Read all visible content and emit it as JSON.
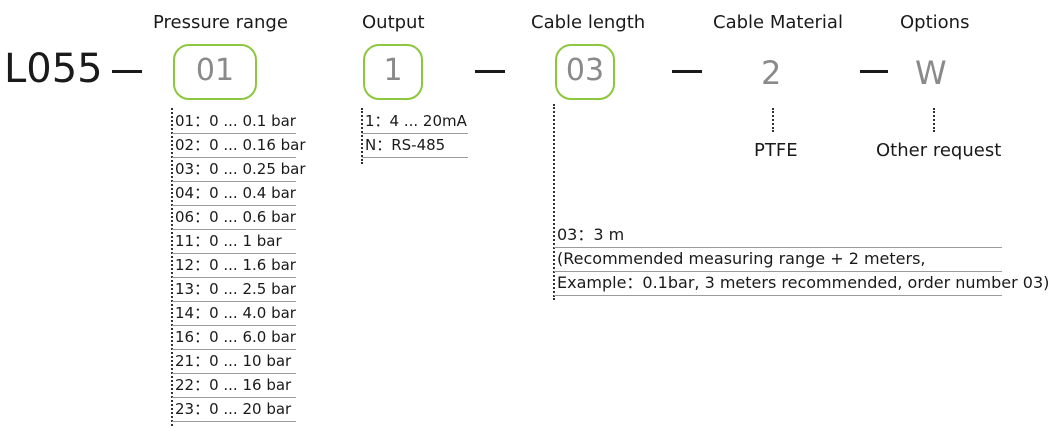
{
  "model": "L055",
  "segments": {
    "pressure": {
      "heading": "Pressure range",
      "code": "01"
    },
    "output": {
      "heading": "Output",
      "code": "1"
    },
    "cable_length": {
      "heading": "Cable length",
      "code": "03"
    },
    "cable_material": {
      "heading": "Cable Material",
      "code": "2",
      "value": "PTFE"
    },
    "options": {
      "heading": "Options",
      "code": "W",
      "value": "Other request"
    }
  },
  "pressure_list": [
    "01：0 ... 0.1 bar",
    "02：0 ... 0.16 bar",
    "03：0 ... 0.25 bar",
    "04：0 ... 0.4 bar",
    "06：0 ... 0.6 bar",
    "11：0 ... 1 bar",
    "12：0 ... 1.6 bar",
    "13：0 ... 2.5 bar",
    "14：0 ... 4.0 bar",
    "16：0 ... 6.0 bar",
    "21：0 ... 10 bar",
    "22：0 ... 16 bar",
    "23：0 ... 20 bar"
  ],
  "output_list": [
    "1：4 ... 20mA",
    "N：RS-485"
  ],
  "cable_notes": [
    "03：3 m",
    "(Recommended measuring range + 2 meters,",
    "Example：0.1bar, 3 meters recommended, order number 03)"
  ],
  "colors": {
    "accent": "#8dc63f",
    "code_text": "#8a8a8a"
  }
}
